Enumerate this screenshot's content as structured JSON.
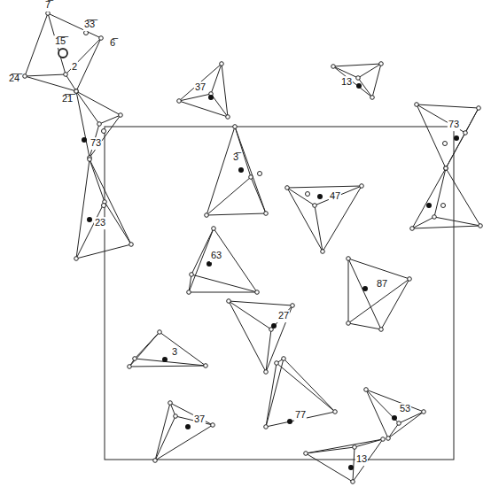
{
  "diagram": {
    "labels": [
      "7̅",
      "3̅3̅",
      "1̅5̅",
      "6̅",
      "2",
      "2̅4̅",
      "2̅1̅",
      "37",
      "73",
      "13",
      "73",
      "3̅",
      "47",
      "23",
      "63",
      "27",
      "87",
      "3",
      "53",
      "77",
      "37",
      "13"
    ]
  }
}
